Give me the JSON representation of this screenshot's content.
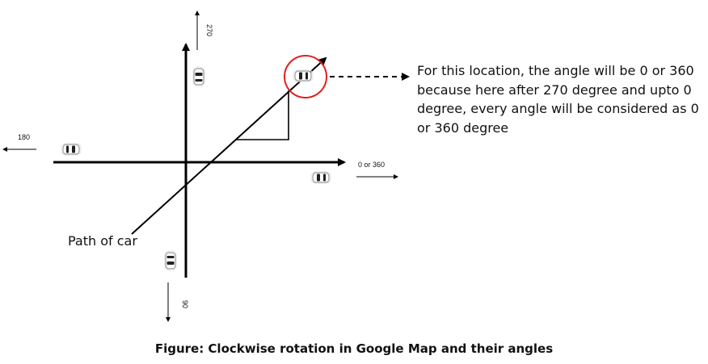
{
  "note_text": "For this location, the angle will be 0 or 360 because here after 270 degree and upto 0 degree, every angle will be considered as 0 or 360 degree",
  "path_label": "Path of car",
  "caption": "Figure: Clockwise rotation in Google Map and their angles",
  "angle_labels": {
    "up": "270",
    "left": "180",
    "right": "0 or 360",
    "down": "90"
  },
  "colors": {
    "circle": "#e02020",
    "lines": "#000000",
    "car_body": "#ffffff",
    "car_glass": "#222222"
  },
  "icons": [
    "car-icon",
    "arrow-icon"
  ]
}
